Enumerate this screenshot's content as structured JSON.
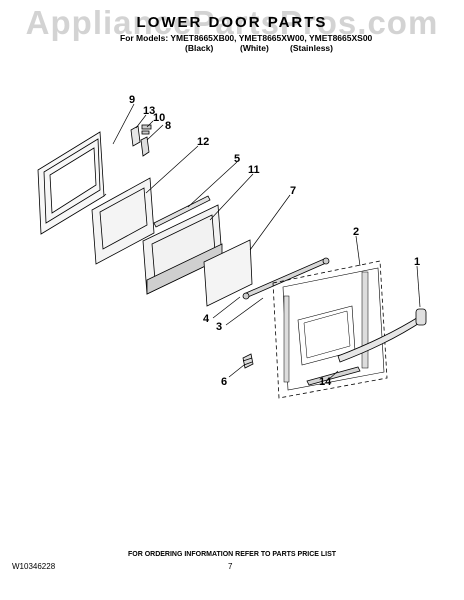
{
  "watermark": "AppliancePartsPros.com",
  "title": "LOWER DOOR PARTS",
  "models_line": "For Models: YMET8665XB00, YMET8665XW00, YMET8665XS00",
  "variants": [
    "(Black)",
    "(White)",
    "(Stainless)"
  ],
  "callouts": [
    "9",
    "13",
    "10",
    "8",
    "12",
    "5",
    "11",
    "7",
    "2",
    "1",
    "4",
    "3",
    "14",
    "6"
  ],
  "footer_note": "FOR ORDERING INFORMATION REFER TO PARTS PRICE LIST",
  "doc_number": "W10346228",
  "page_number": "7"
}
